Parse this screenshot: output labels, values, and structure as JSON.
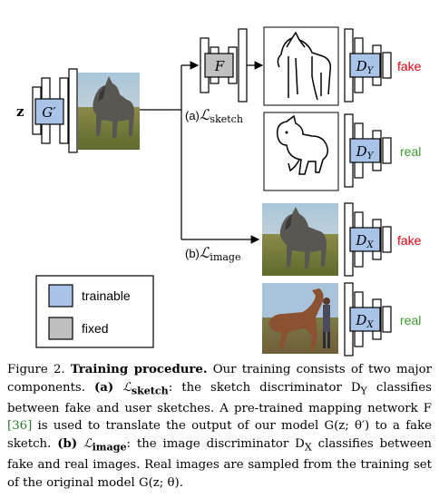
{
  "figure": {
    "input_symbol": "z",
    "generator_label": "G′",
    "mapping_label": "F",
    "sketch_loss_prefix": "(a)",
    "sketch_loss_symbol": "ℒ",
    "sketch_loss_sub": "sketch",
    "image_loss_prefix": "(b)",
    "image_loss_symbol": "ℒ",
    "image_loss_sub": "image",
    "disc_sketch_label": "D",
    "disc_sketch_sub": "Y",
    "disc_image_label": "D",
    "disc_image_sub": "X",
    "fake_label": "fake",
    "real_label": "real",
    "legend": {
      "trainable": "trainable",
      "fixed": "fixed"
    },
    "colors": {
      "trainable": "#a9c4e8",
      "fixed": "#c0c0c0",
      "fake": "#e0000b",
      "real": "#3a9a2a"
    }
  },
  "caption": {
    "figure_number": "Figure 2.",
    "title": "Training procedure.",
    "intro": " Our training consists of two major components.",
    "part_a_label": "(a)",
    "part_a_symbol": "ℒ",
    "part_a_sub": "sketch",
    "part_a_text": ": the sketch discriminator D",
    "part_a_sub2": "Y",
    "part_a_text2": " classifies between fake and user sketches. A pre-trained mapping network F ",
    "citation": "[36]",
    "part_a_text3": " is used to translate the output of our model G(z; θ′) to a fake sketch.",
    "part_b_label": "(b)",
    "part_b_symbol": "ℒ",
    "part_b_sub": "image",
    "part_b_text": ": the image discriminator D",
    "part_b_sub2": "X",
    "part_b_text2": " classifies between fake and real images. Real images are sampled from the training set of the original model G(z; θ)."
  }
}
